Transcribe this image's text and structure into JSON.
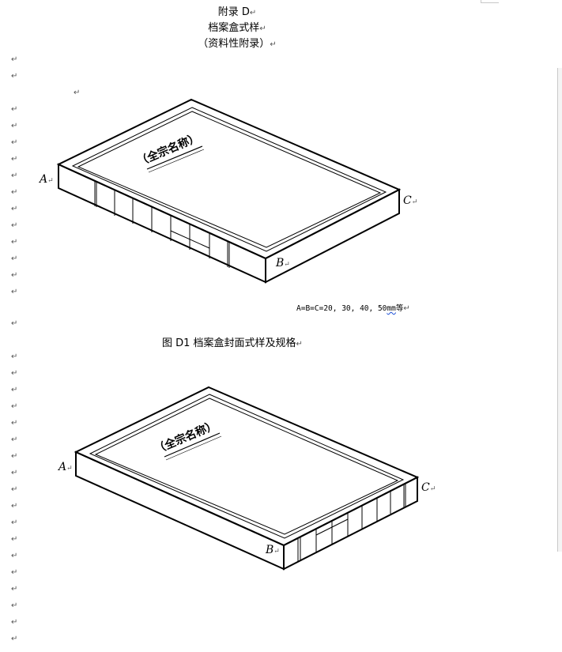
{
  "header": {
    "line1": "附录 D",
    "line2": "档案盒式样",
    "line3": "（资料性附录）"
  },
  "paragraph_mark": "↵",
  "figure1": {
    "label_a": "A",
    "label_b": "B",
    "label_c": "C",
    "spine_text": "（全宗名称）",
    "spec": "A=B=C=20, 30, 40, 50",
    "spec_unit": "mm",
    "spec_suffix": "等",
    "caption": "图 D1  档案盒封面式样及规格"
  },
  "figure2": {
    "label_a": "A",
    "label_b": "B",
    "label_c": "C",
    "spine_text": "（全宗名称）"
  }
}
